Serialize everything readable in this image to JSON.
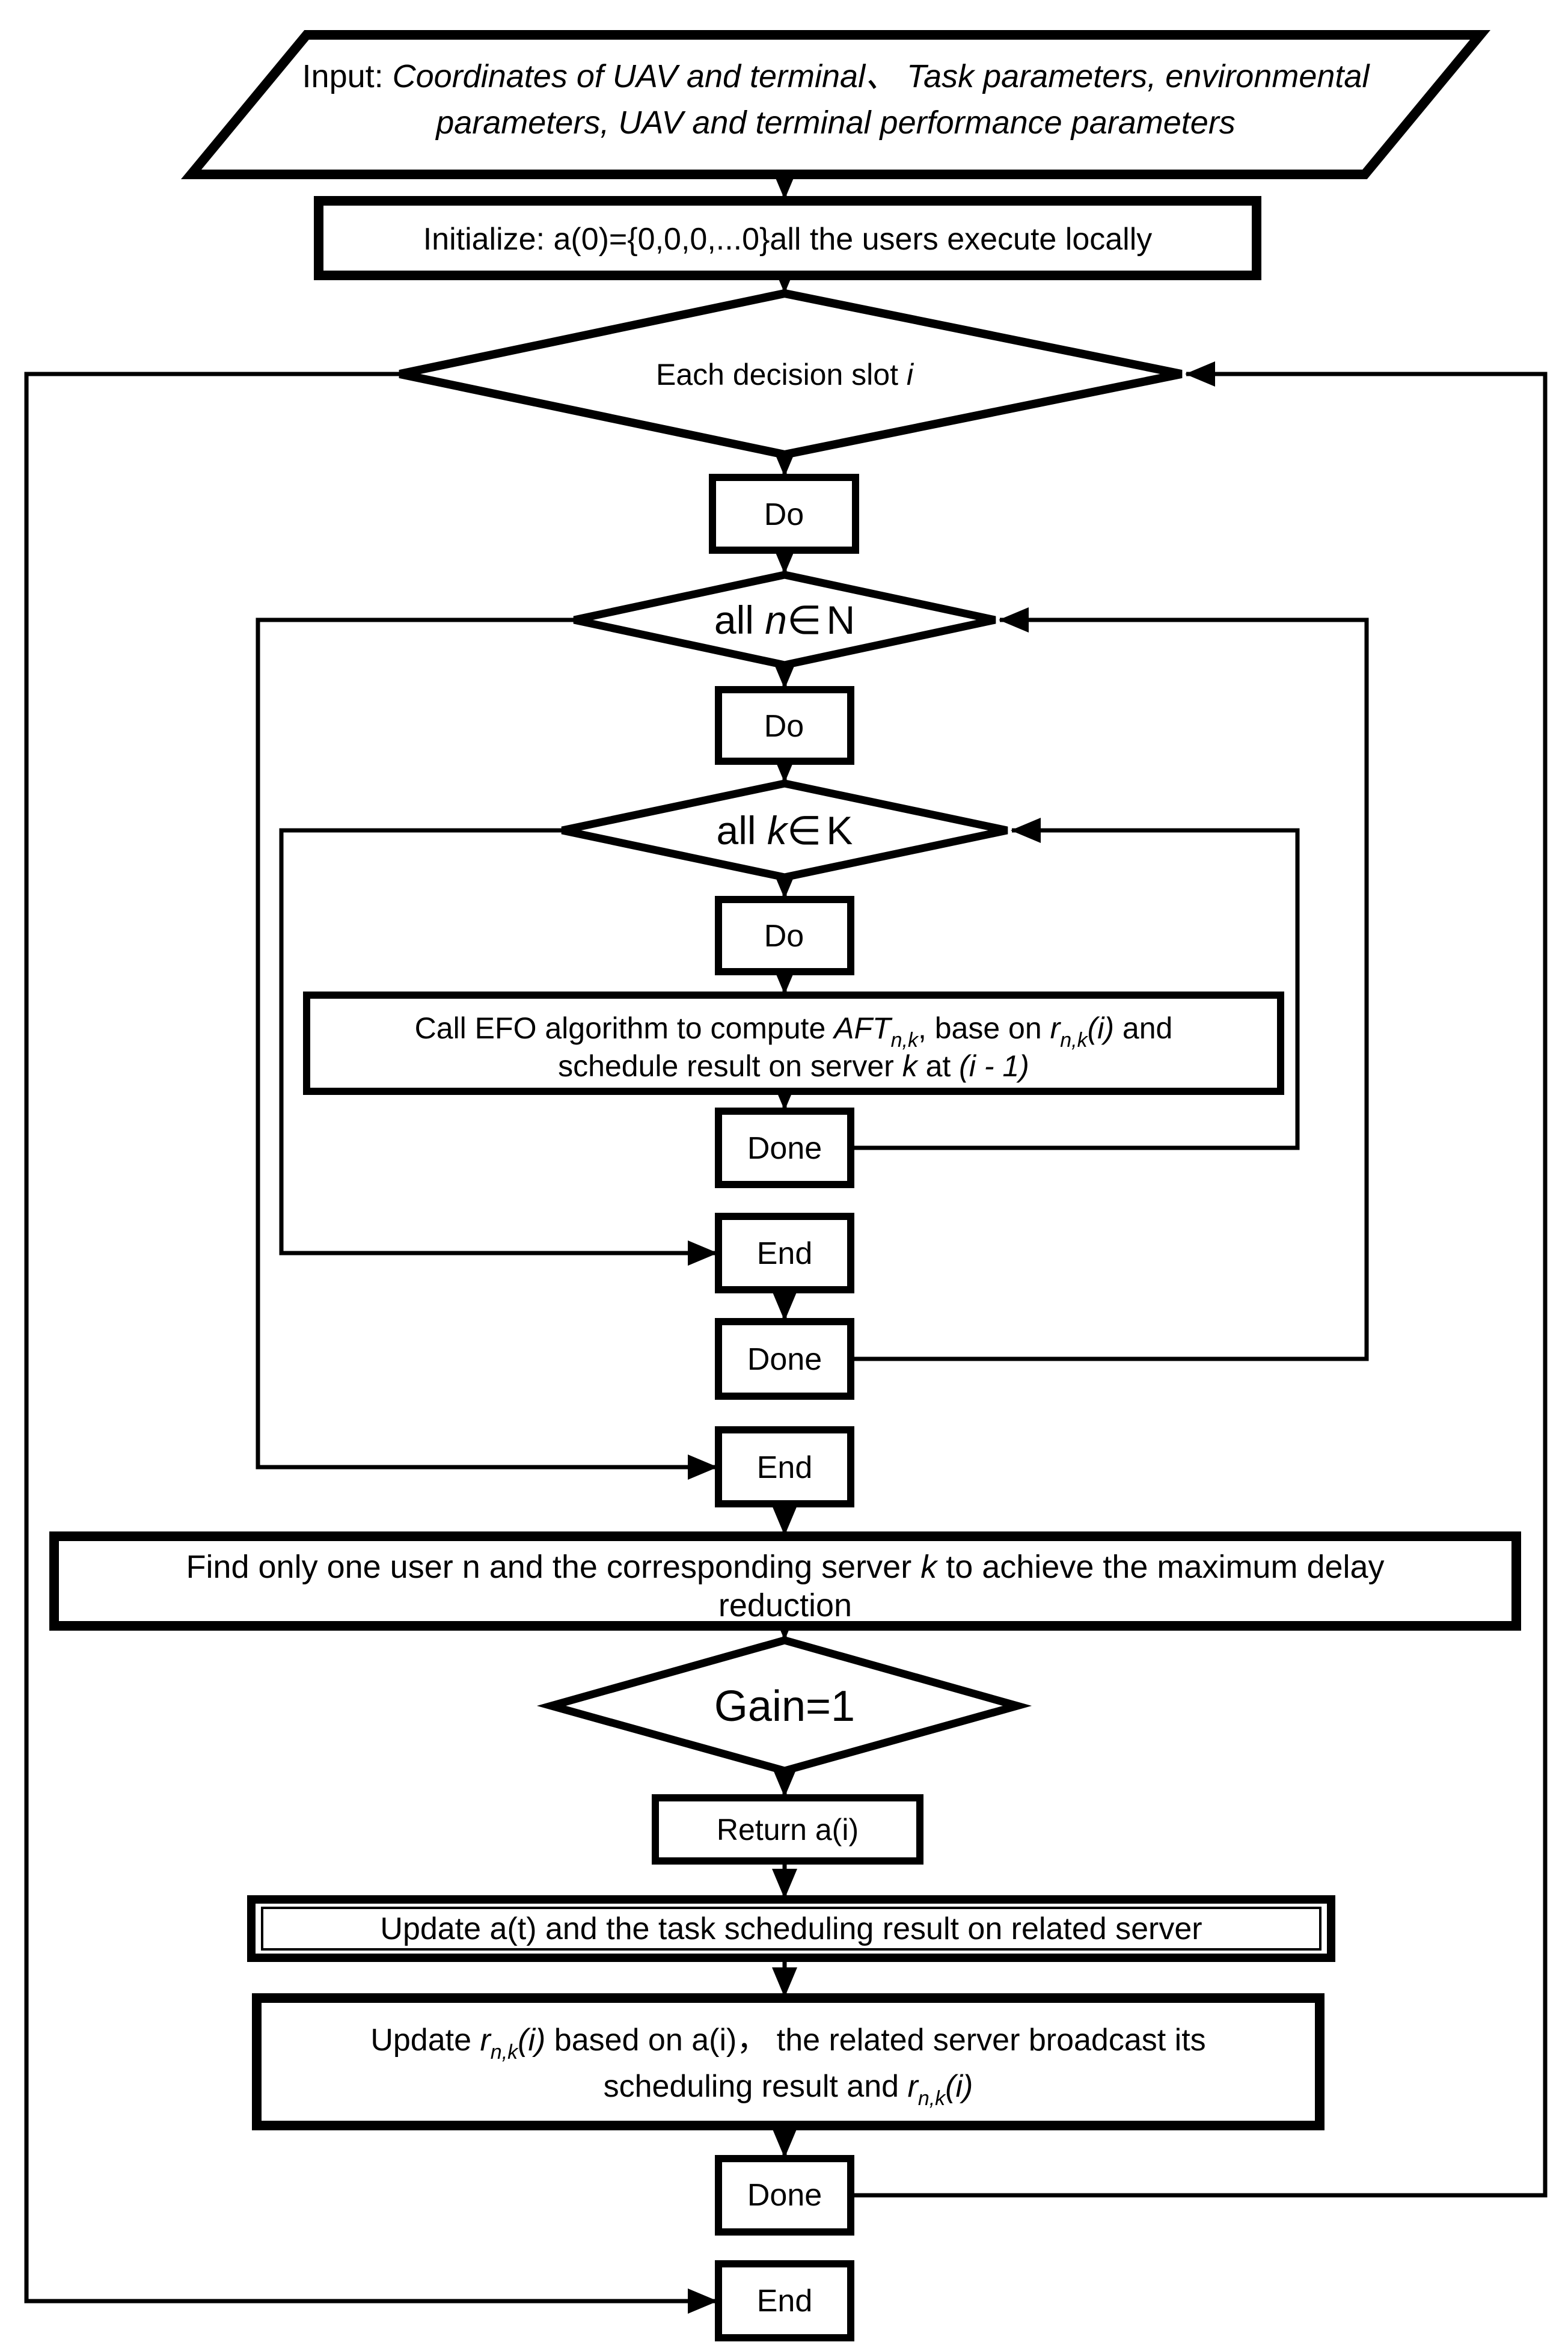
{
  "flow": {
    "input": {
      "l1a": "Input: ",
      "l1b": "Coordinates of UAV and terminal、 Task parameters, environmental",
      "l2": "parameters, UAV and terminal performance parameters"
    },
    "init": {
      "label": "Initialize: a(0)={0,0,0,...0}all the users execute locally"
    },
    "decision_slot": {
      "text": "Each decision slot ",
      "var": "i"
    },
    "loop_n": {
      "prefix": "all ",
      "var": "n",
      "symbol": "∈",
      "set": "N"
    },
    "loop_k": {
      "prefix": "all ",
      "var": "k",
      "symbol": "∈",
      "set": "K"
    },
    "do_label": "Do",
    "done_label": "Done",
    "end_label": "End",
    "efo": {
      "l1a": "Call EFO algorithm to compute ",
      "l1b": "AFT",
      "l1c": "n,k",
      "l1d": ", base on ",
      "l1e": "r",
      "l1f": "n,k",
      "l1g": "(i)",
      "l1h": " and",
      "l2a": "schedule result on server ",
      "l2b": "k",
      "l2c": " at ",
      "l2d": "(i - 1)"
    },
    "find": {
      "l1a": "Find only one user n and the corresponding server ",
      "l1b": "k",
      "l1c": " to achieve the maximum delay",
      "l2": "reduction"
    },
    "gain": {
      "label": "Gain=1"
    },
    "return": {
      "label": "Return a(i)"
    },
    "update_a": {
      "label": "Update a(t) and the task scheduling result on related server"
    },
    "update_r": {
      "l1a": "Update ",
      "l1b": "r",
      "l1c": "n,k",
      "l1d": "(i)",
      "l1e": " based on a(i)，  the related server broadcast its",
      "l2a": "scheduling result and ",
      "l2b": "r",
      "l2c": "n,k",
      "l2d": "(i)"
    },
    "colors": {
      "ink": "#000000",
      "paper": "#ffffff"
    }
  }
}
